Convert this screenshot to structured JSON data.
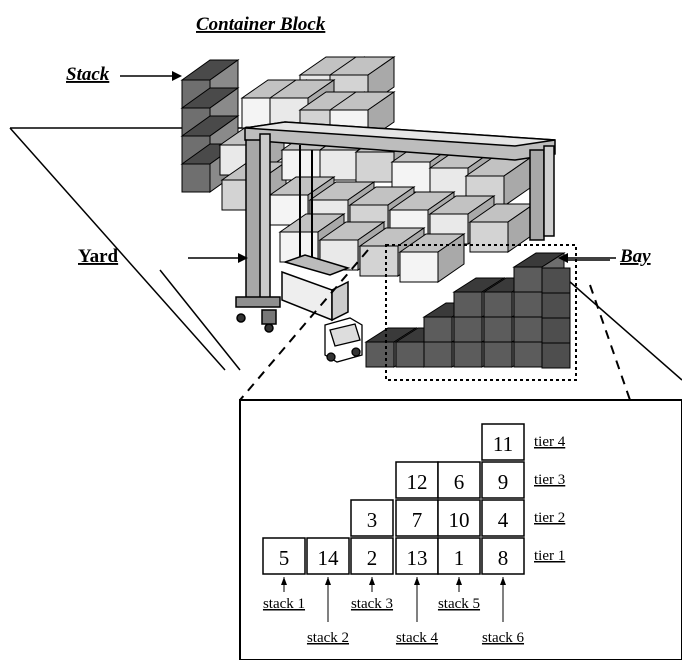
{
  "labels": {
    "title": "Container Block",
    "stack": "Stack",
    "yard": "Yard",
    "bay": "Bay"
  },
  "bay_view": {
    "columns": [
      {
        "label": "stack 1",
        "containers": [
          "5"
        ]
      },
      {
        "label": "stack 2",
        "containers": [
          "14"
        ]
      },
      {
        "label": "stack 3",
        "containers": [
          "2",
          "3"
        ]
      },
      {
        "label": "stack 4",
        "containers": [
          "13",
          "7",
          "12"
        ]
      },
      {
        "label": "stack 5",
        "containers": [
          "1",
          "10",
          "6"
        ]
      },
      {
        "label": "stack 6",
        "containers": [
          "8",
          "4",
          "9",
          "11"
        ]
      }
    ],
    "tiers": [
      "tier 1",
      "tier 2",
      "tier 3",
      "tier 4"
    ]
  }
}
